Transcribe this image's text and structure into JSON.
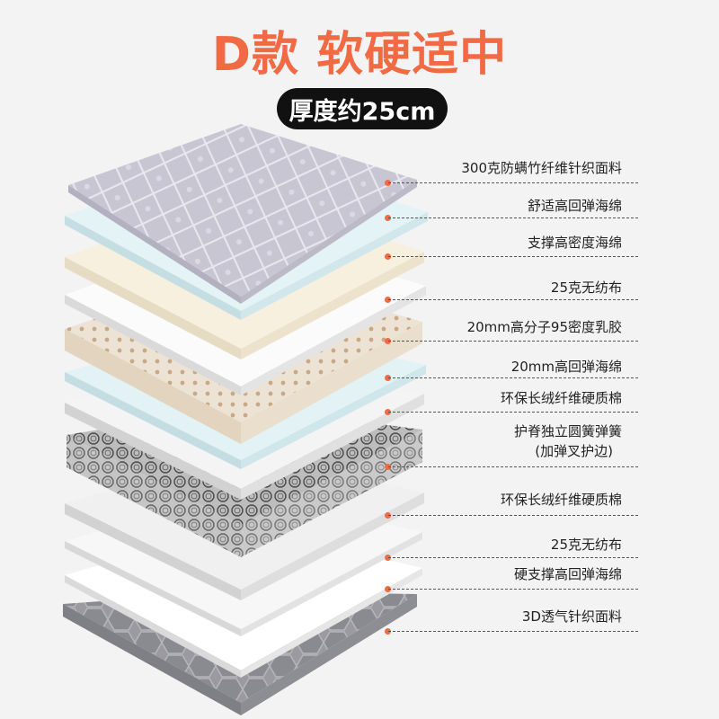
{
  "header": {
    "title": "D款 软硬适中",
    "thickness": "厚度约25cm"
  },
  "accent_color": "#f06a44",
  "layers": [
    {
      "label": "300克防螨竹纤维针织面料"
    },
    {
      "label": "舒适高回弹海绵"
    },
    {
      "label": "支撑高密度海绵"
    },
    {
      "label": "25克无纺布"
    },
    {
      "label": "20mm高分子95密度乳胶"
    },
    {
      "label": "20mm高回弹海绵"
    },
    {
      "label": "环保长绒纤维硬质棉"
    },
    {
      "label": "护脊独立圆簧弹簧",
      "sublabel": "(加弹叉护边)"
    },
    {
      "label": "环保长绒纤维硬质棉"
    },
    {
      "label": "25克无纺布"
    },
    {
      "label": "硬支撑高回弹海绵"
    },
    {
      "label": "3D透气针织面料"
    }
  ]
}
